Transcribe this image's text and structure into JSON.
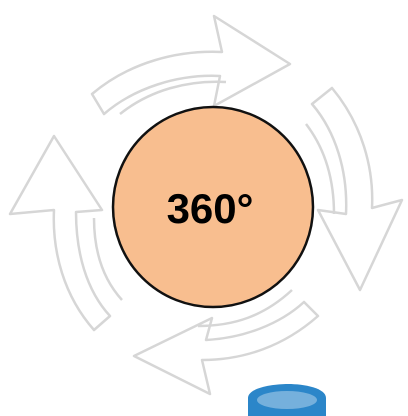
{
  "center_badge": {
    "text": "360°",
    "fill_color": "#f8be8f",
    "border_color": "#111111"
  },
  "arrows": {
    "count": 4,
    "stroke_color": "#d6d6d6",
    "fill_color": "#ffffff",
    "direction": "clockwise"
  },
  "corner_object": {
    "icon": "blue-cylinder-icon",
    "color": "#2b86c9"
  }
}
